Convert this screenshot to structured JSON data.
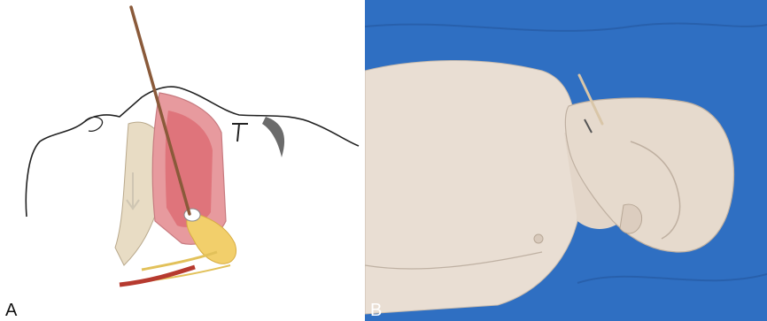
{
  "panels": [
    {
      "label": "A",
      "kind": "illustration"
    },
    {
      "label": "B",
      "kind": "photo"
    }
  ],
  "colors": {
    "tissue_pink": "#e79a9e",
    "mucosa_red": "#d9555e",
    "needle_brown": "#8a5a3a",
    "ganglion_yellow": "#f2cf6b",
    "bone_beige": "#e8dcc4",
    "drape_blue": "#2f6fc2",
    "manikin_skin": "#e9ded3"
  }
}
